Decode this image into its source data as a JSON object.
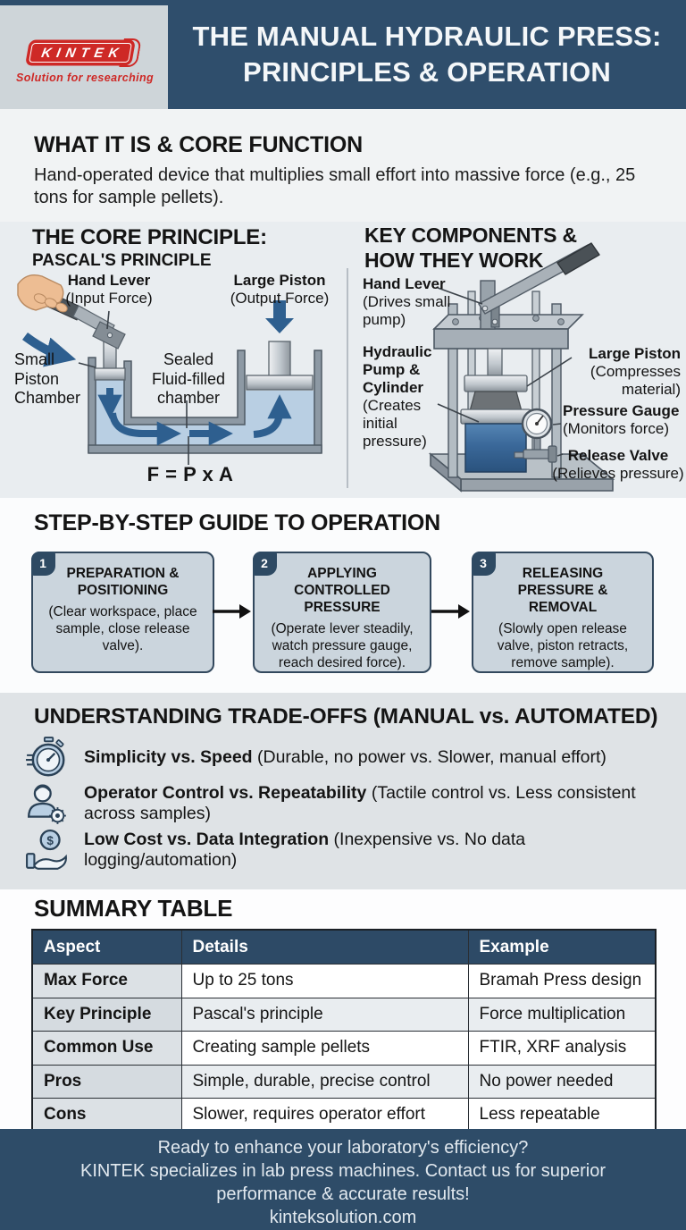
{
  "header": {
    "logo_brand": "KINTEK",
    "logo_tagline": "Solution for researching",
    "title_line1": "THE MANUAL HYDRAULIC PRESS:",
    "title_line2": "PRINCIPLES & OPERATION"
  },
  "what": {
    "heading": "WHAT IT IS & CORE FUNCTION",
    "body": "Hand-operated device that multiplies small effort into massive force (e.g., 25 tons for sample pellets)."
  },
  "pascal": {
    "heading1": "THE CORE PRINCIPLE:",
    "heading2": "PASCAL'S PRINCIPLE",
    "hand_lever_title": "Hand Lever",
    "hand_lever_sub": "(Input Force)",
    "large_piston_title": "Large Piston",
    "large_piston_sub": "(Output Force)",
    "small_piston_label": "Small Piston Chamber",
    "sealed_label": "Sealed Fluid-filled chamber",
    "formula": "F = P x A"
  },
  "components": {
    "heading1": "KEY COMPONENTS &",
    "heading2": "HOW THEY WORK",
    "labels": [
      {
        "title": "Hand Lever",
        "sub": "(Drives small pump)"
      },
      {
        "title": "Hydraulic Pump & Cylinder",
        "sub": "(Creates initial pressure)"
      },
      {
        "title": "Large Piston",
        "sub": "(Compresses material)"
      },
      {
        "title": "Pressure Gauge",
        "sub": "(Monitors force)"
      },
      {
        "title": "Release Valve",
        "sub": "(Relieves pressure)"
      }
    ]
  },
  "steps": {
    "heading": "STEP-BY-STEP GUIDE TO OPERATION",
    "items": [
      {
        "number": "1",
        "title": "PREPARATION & POSITIONING",
        "desc": "(Clear workspace, place sample, close release valve)."
      },
      {
        "number": "2",
        "title": "APPLYING CONTROLLED PRESSURE",
        "desc": "(Operate lever steadily, watch pressure gauge, reach desired force)."
      },
      {
        "number": "3",
        "title": "RELEASING PRESSURE & REMOVAL",
        "desc": "(Slowly open release valve, piston retracts, remove sample)."
      }
    ]
  },
  "tradeoffs": {
    "heading": "UNDERSTANDING TRADE-OFFS (MANUAL vs. AUTOMATED)",
    "items": [
      {
        "icon": "stopwatch-icon",
        "title": "Simplicity vs. Speed",
        "desc": " (Durable, no power vs. Slower, manual effort)"
      },
      {
        "icon": "operator-gear-icon",
        "title": "Operator Control vs. Repeatability",
        "desc": " (Tactile control vs. Less consistent across samples)"
      },
      {
        "icon": "hand-coin-icon",
        "title": "Low Cost vs. Data Integration",
        "desc": " (Inexpensive vs. No data logging/automation)"
      }
    ]
  },
  "summary": {
    "heading": "SUMMARY TABLE",
    "headers": [
      "Aspect",
      "Details",
      "Example"
    ],
    "rows": [
      [
        "Max Force",
        "Up to 25 tons",
        "Bramah Press design"
      ],
      [
        "Key Principle",
        "Pascal's principle",
        "Force multiplication"
      ],
      [
        "Common Use",
        "Creating sample pellets",
        "FTIR, XRF analysis"
      ],
      [
        "Pros",
        "Simple, durable, precise control",
        "No power needed"
      ],
      [
        "Cons",
        "Slower, requires operator effort",
        "Less repeatable"
      ]
    ]
  },
  "footer": {
    "lines": [
      "Ready to enhance your laboratory's efficiency?",
      "KINTEK specializes in lab press machines. Contact us for superior",
      "performance & accurate results!",
      "kinteksolution.com"
    ]
  },
  "colors": {
    "header_blue": "#2f4e6c",
    "brand_red": "#ce2926",
    "fluid_blue": "#b9cfe3",
    "arrow_blue": "#2e5f8f",
    "step_box_fill": "#cbd5dd",
    "step_box_border": "#32485d",
    "table_header_blue": "#2d4a66",
    "footer_blue": "#2e4c68"
  }
}
